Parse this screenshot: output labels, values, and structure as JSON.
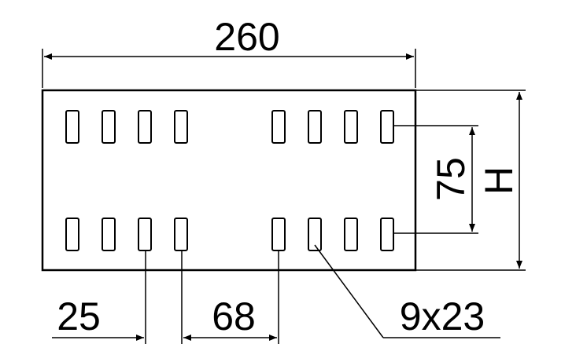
{
  "dimensions": {
    "overall_width": "260",
    "vertical_slot_spacing": "75",
    "height_label": "H",
    "edge_offset": "25",
    "slot_group_spacing": "68",
    "slot_size": "9x23"
  },
  "slot_grid": {
    "rows": 2,
    "groups_per_row": 2,
    "slots_per_group": 4
  }
}
